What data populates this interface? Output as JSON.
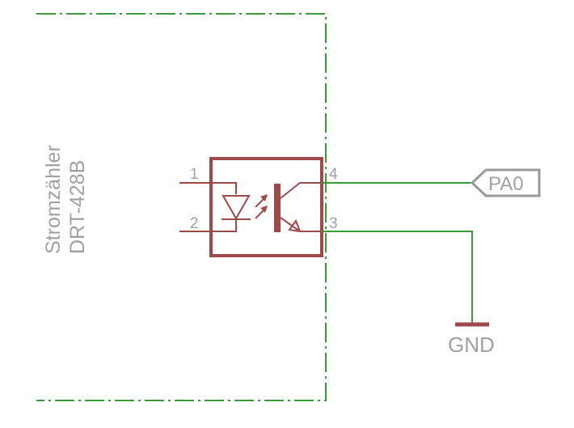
{
  "device": {
    "name_line1": "Stromzähler",
    "name_line2": "DRT-428B"
  },
  "optocoupler": {
    "pins": {
      "anode": "1",
      "cathode": "2",
      "collector": "4",
      "emitter": "3"
    }
  },
  "net_labels": {
    "signal": "PA0",
    "ground": "GND"
  },
  "colors": {
    "wire": "#3a9a3a",
    "component": "#9e4a4a",
    "text": "#a0a0a0"
  }
}
